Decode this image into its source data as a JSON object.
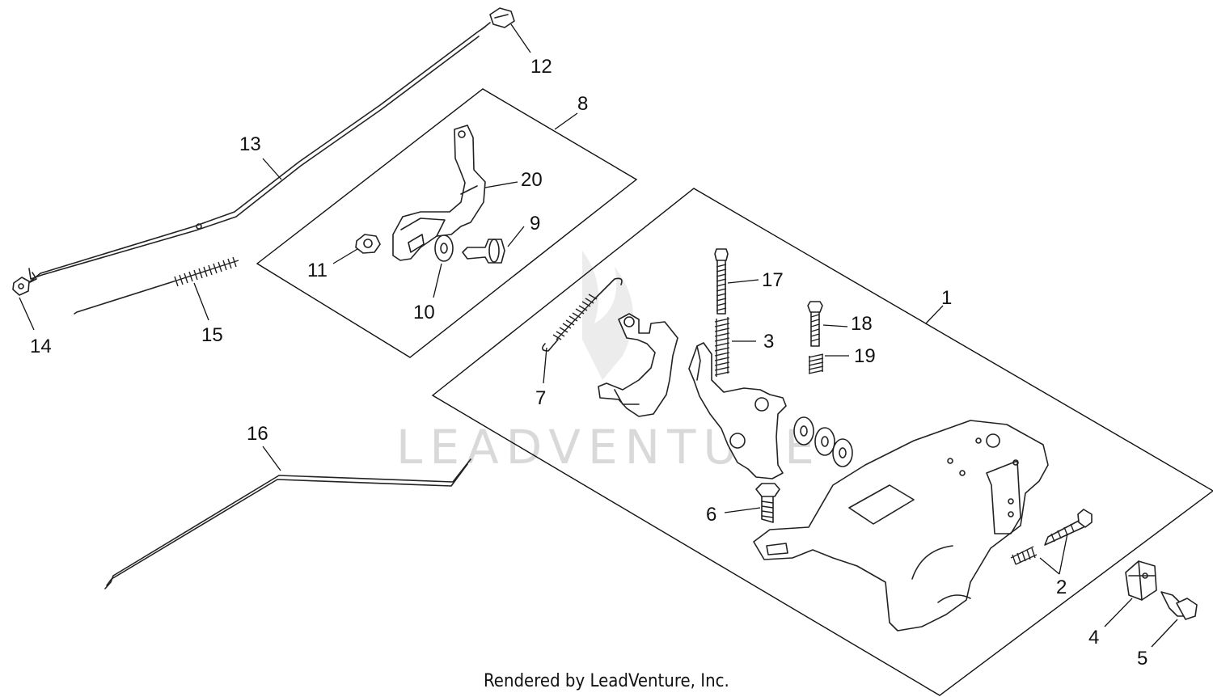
{
  "watermark": "LEADVENTURE",
  "footer": "Rendered by LeadVenture, Inc.",
  "callouts": [
    {
      "id": "c1",
      "label": "1"
    },
    {
      "id": "c2",
      "label": "2"
    },
    {
      "id": "c3",
      "label": "3"
    },
    {
      "id": "c4",
      "label": "4"
    },
    {
      "id": "c5",
      "label": "5"
    },
    {
      "id": "c6",
      "label": "6"
    },
    {
      "id": "c7",
      "label": "7"
    },
    {
      "id": "c8",
      "label": "8"
    },
    {
      "id": "c9",
      "label": "9"
    },
    {
      "id": "c10",
      "label": "10"
    },
    {
      "id": "c11",
      "label": "11"
    },
    {
      "id": "c12",
      "label": "12"
    },
    {
      "id": "c13",
      "label": "13"
    },
    {
      "id": "c14",
      "label": "14"
    },
    {
      "id": "c15",
      "label": "15"
    },
    {
      "id": "c16",
      "label": "16"
    },
    {
      "id": "c17",
      "label": "17"
    },
    {
      "id": "c18",
      "label": "18"
    },
    {
      "id": "c19",
      "label": "19"
    },
    {
      "id": "c20",
      "label": "20"
    }
  ]
}
